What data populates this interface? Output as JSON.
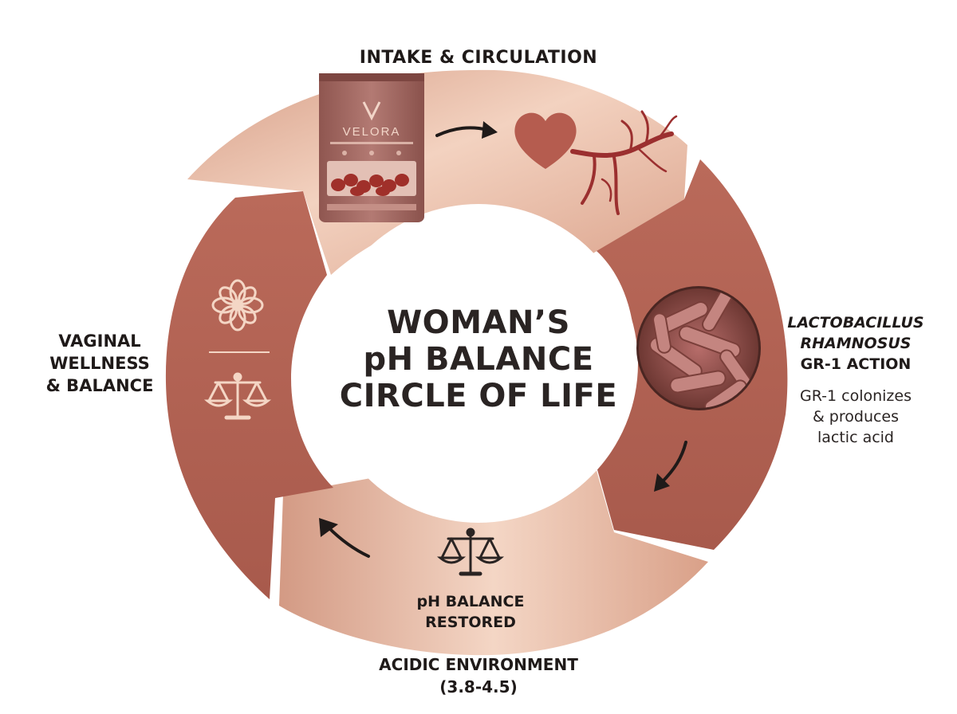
{
  "center_title": [
    "WOMAN’S",
    "pH BALANCE",
    "CIRCLE OF LIFE"
  ],
  "stages": {
    "intake": {
      "title": "INTAKE & CIRCULATION"
    },
    "lactobacillus": {
      "title_italic": [
        "LACTOBACILLUS",
        "RHAMNOSUS"
      ],
      "title_rest": "GR-1 ACTION",
      "description": [
        "GR-1 colonizes",
        "& produces",
        "lactic acid"
      ]
    },
    "ph_restored": {
      "title": [
        "pH BALANCE",
        "RESTORED"
      ]
    },
    "acidic": {
      "title": [
        "ACIDIC ENVIRONMENT",
        "(3.8-4.5)"
      ]
    },
    "wellness": {
      "title": [
        "VAGINAL",
        "WELLNESS",
        "& BALANCE"
      ]
    }
  },
  "product": {
    "brand": "VELORA"
  },
  "colors": {
    "ring_light": "#e8b9a2",
    "ring_dark": "#b56556",
    "heart": "#b55c4f",
    "vessels": "#9b2f2f",
    "pouch": "#a46a63",
    "text": "#1f1a19"
  },
  "icons": [
    "heart-icon",
    "blood-vessels-icon",
    "bacteria-icon",
    "flower-icon",
    "scale-icon",
    "arrow-icon",
    "product-pouch"
  ]
}
